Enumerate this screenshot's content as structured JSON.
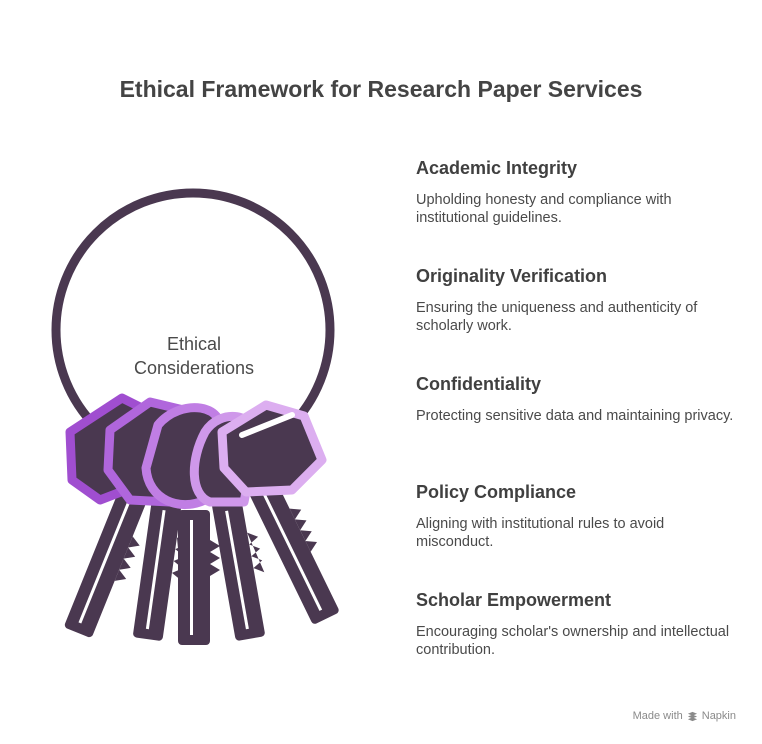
{
  "title": "Ethical Framework for Research Paper Services",
  "center_label_line1": "Ethical",
  "center_label_line2": "Considerations",
  "items": [
    {
      "heading": "Academic Integrity",
      "description": "Upholding honesty and compliance with institutional guidelines."
    },
    {
      "heading": "Originality Verification",
      "description": "Ensuring the uniqueness and authenticity of scholarly work."
    },
    {
      "heading": "Confidentiality",
      "description": "Protecting sensitive data and maintaining privacy."
    },
    {
      "heading": "Policy Compliance",
      "description": "Aligning with institutional rules to avoid misconduct."
    },
    {
      "heading": "Scholar Empowerment",
      "description": "Encouraging scholar's ownership and intellectual contribution."
    }
  ],
  "footer": {
    "made_with": "Made with",
    "brand": "Napkin",
    "icon": "napkin-logo-icon"
  },
  "colors": {
    "ring": "#4a3850",
    "key_dark": "#4a3850",
    "purple_1": "#a04ed0",
    "purple_2": "#b066dc",
    "purple_3": "#c07ee4",
    "purple_4": "#cf98ea",
    "purple_5": "#dcaef0"
  }
}
